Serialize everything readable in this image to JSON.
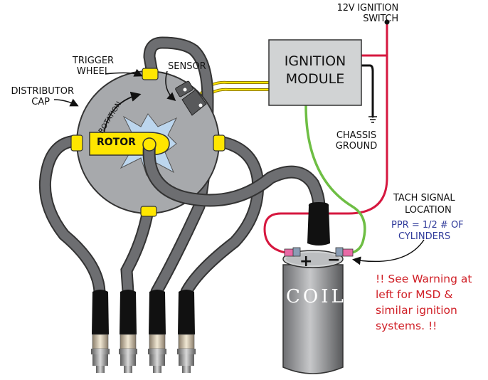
{
  "labels": {
    "ignition_switch": [
      "12V IGNITION",
      "SWITCH"
    ],
    "trigger_wheel": [
      "TRIGGER",
      "WHEEL"
    ],
    "sensor": "SENSOR",
    "distributor_cap": [
      "DISTRIBUTOR",
      "CAP"
    ],
    "rotation": "ROTATION",
    "rotor": "ROTOR",
    "module": [
      "IGNITION",
      "MODULE"
    ],
    "chassis_ground": [
      "CHASSIS",
      "GROUND"
    ],
    "tach_signal": [
      "TACH SIGNAL",
      "LOCATION"
    ],
    "ppr": [
      "PPR =  1/2 # OF",
      "CYLINDERS"
    ],
    "coil": "COIL",
    "plus": "+",
    "minus": "−",
    "warning": [
      "!! See Warning at",
      "left for MSD &",
      "similar ignition",
      "systems. !!"
    ]
  },
  "colors": {
    "wire_gray": "#6d6e71",
    "cap_gray": "#a7a9ac",
    "yellow": "#ffe600",
    "red_wire": "#d6173f",
    "green_wire": "#6ebe44",
    "module_fill": "#d1d3d4",
    "warning_red": "#d01f26",
    "ppr_blue": "#2f3a9a"
  }
}
